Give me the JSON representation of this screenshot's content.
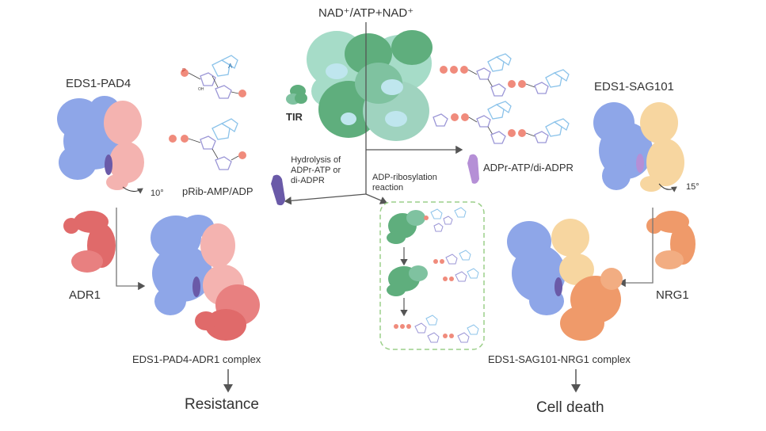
{
  "labels": {
    "top_substrate": "NAD⁺/ATP+NAD⁺",
    "tir": "TIR",
    "eds1_pad4": "EDS1-PAD4",
    "eds1_sag101": "EDS1-SAG101",
    "adr1": "ADR1",
    "nrg1": "NRG1",
    "rotation_left": "10°",
    "rotation_right": "15°",
    "prib_product": "pRib-AMP/ADP",
    "adpr_product": "ADPr-ATP/di-ADPR",
    "hydrolysis_line1": "Hydrolysis of",
    "hydrolysis_line2": "ADPr-ATP or",
    "hydrolysis_line3": "di-ADPR",
    "ribosylation_line1": "ADP-ribosylation",
    "ribosylation_line2": "reaction",
    "complex_left": "EDS1-PAD4-ADR1 complex",
    "complex_right": "EDS1-SAG101-NRG1 complex",
    "outcome_left": "Resistance",
    "outcome_right": "Cell death"
  },
  "molecule_glyphs": {
    "phosphate": "P",
    "adenine": "A",
    "hydroxyl": "OH"
  },
  "colors": {
    "eds1": "#8ea6e8",
    "pad4": "#f4b3b0",
    "sag101": "#f7d6a0",
    "adr1": "#e06a6a",
    "nrg1": "#ef9a6a",
    "tir": "#5fae7d",
    "tir_light": "#9fd3bf",
    "ligand": "#6a5aa8",
    "adpr_ligand": "#b58fd6",
    "phosphate": "#f08b7c",
    "ribose": "#9b96d6",
    "adenine": "#8cc3ea",
    "arrow": "#555555",
    "dashed_box": "#9ccf8a"
  }
}
